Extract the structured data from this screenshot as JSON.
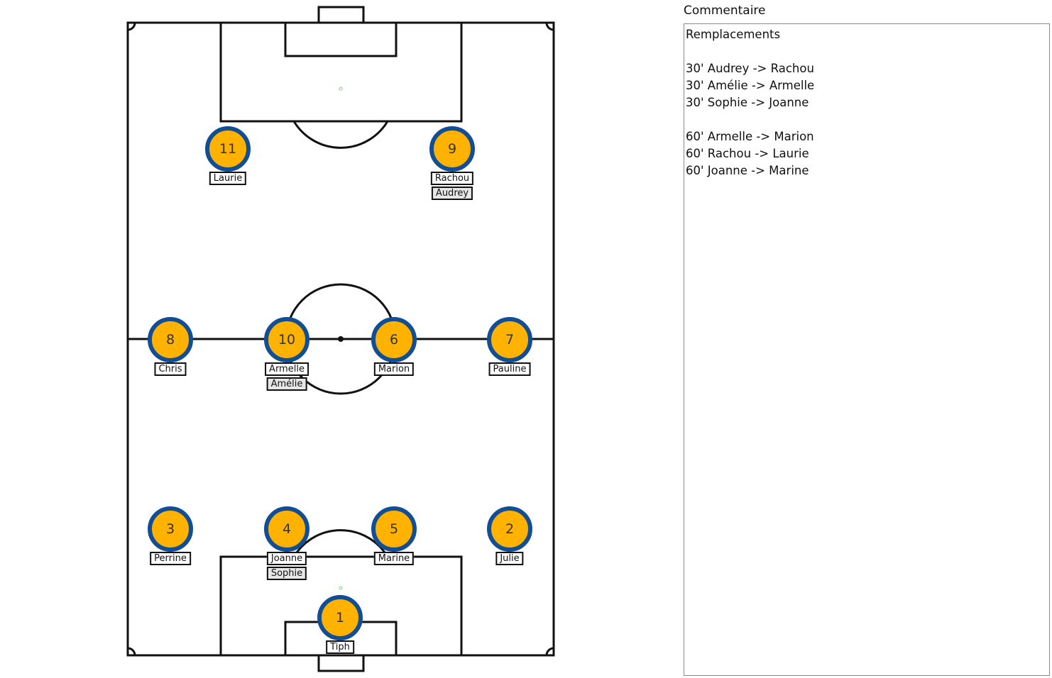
{
  "comment": {
    "label": "Commentaire",
    "text": "Remplacements\n\n30' Audrey -> Rachou\n30' Amélie -> Armelle\n30' Sophie -> Joanne\n\n60' Armelle -> Marion\n60' Rachou -> Laurie\n60' Joanne -> Marine"
  },
  "colors": {
    "player_fill": "#ffb300",
    "player_ring": "#124e96",
    "pitch_lines": "#111111",
    "substitute_tag": "#e6e6e6"
  },
  "players": [
    {
      "number": "11",
      "name": "Laurie"
    },
    {
      "number": "9",
      "name": "Rachou",
      "substitute": "Audrey"
    },
    {
      "number": "8",
      "name": "Chris"
    },
    {
      "number": "10",
      "name": "Armelle",
      "substitute": "Amélie"
    },
    {
      "number": "6",
      "name": "Marion"
    },
    {
      "number": "7",
      "name": "Pauline"
    },
    {
      "number": "3",
      "name": "Perrine"
    },
    {
      "number": "4",
      "name": "Joanne",
      "substitute": "Sophie"
    },
    {
      "number": "5",
      "name": "Marine"
    },
    {
      "number": "2",
      "name": "Julie"
    },
    {
      "number": "1",
      "name": "Tiph"
    }
  ]
}
